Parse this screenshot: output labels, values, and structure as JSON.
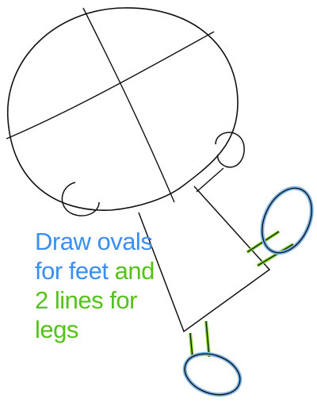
{
  "caption": {
    "part1": "Draw ovals",
    "part2": "for feet ",
    "part3": "and",
    "part4": "2 lines for",
    "part5": "legs"
  },
  "colors": {
    "pencil": "#111111",
    "blue_text": "#3a8ef0",
    "green_text": "#55c21a",
    "blue_highlight": "#7fb6ea",
    "green_highlight": "#7ed321"
  }
}
